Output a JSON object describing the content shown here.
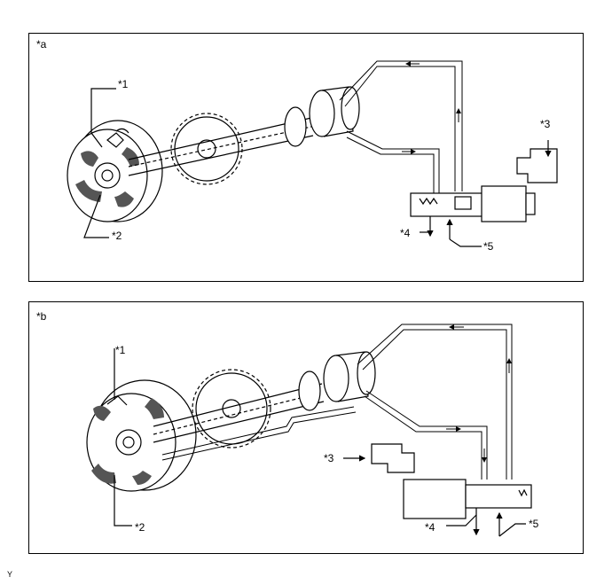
{
  "panel_a": {
    "tag": "*a",
    "callouts": {
      "c1": "*1",
      "c2": "*2",
      "c3": "*3",
      "c4": "*4",
      "c5": "*5"
    }
  },
  "panel_b": {
    "tag": "*b",
    "callouts": {
      "c1": "*1",
      "c2": "*2",
      "c3": "*3",
      "c4": "*4",
      "c5": "*5"
    }
  },
  "footer_mark": "Y"
}
